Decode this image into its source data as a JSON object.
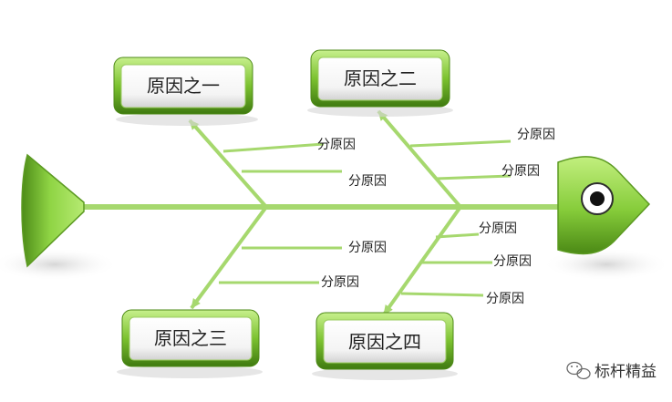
{
  "causes": [
    {
      "label": "原因之一",
      "subcauses": [
        "分原因",
        "分原因"
      ]
    },
    {
      "label": "原因之二",
      "subcauses": [
        "分原因",
        "分原因"
      ]
    },
    {
      "label": "原因之三",
      "subcauses": [
        "分原因",
        "分原因"
      ]
    },
    {
      "label": "原因之四",
      "subcauses": [
        "分原因",
        "分原因",
        "分原因"
      ]
    }
  ],
  "watermark": {
    "text": "标杆精益"
  },
  "colors": {
    "green": "#8dd03e",
    "green_dark": "#4f8a16",
    "line": "#a6d86e"
  }
}
